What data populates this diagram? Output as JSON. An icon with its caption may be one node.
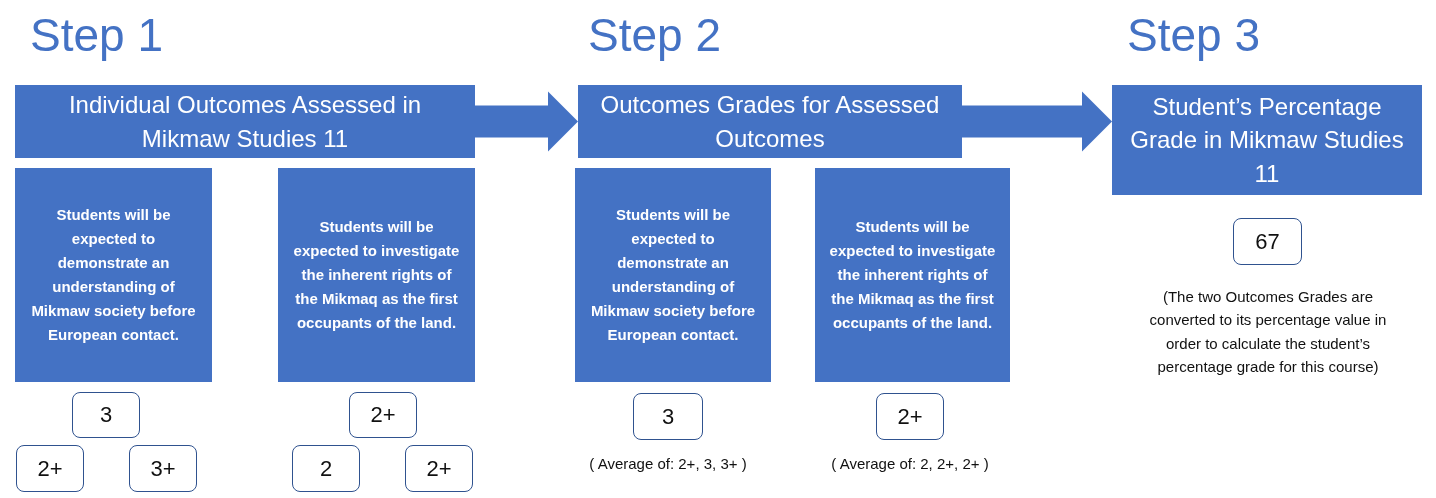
{
  "diagram": {
    "nodes": [
      {
        "text": [
          "Individual Outcomes Assessed in Mikmaw Studies 11"
        ]
      },
      {
        "text": [
          "Students will be expected to demonstrate an understanding of Mikmaw society before European contact."
        ]
      },
      {
        "text": [
          "Students will be expected to investigate the inherent rights of the Mikmaq as the first occupants of the land."
        ]
      },
      {
        "text": [
          "3"
        ]
      },
      {
        "text": [
          "2+"
        ]
      },
      {
        "text": [
          "3+"
        ]
      },
      {
        "text": [
          "2+"
        ]
      },
      {
        "text": [
          "2"
        ]
      },
      {
        "text": [
          "2+"
        ]
      },
      {
        "text": [
          "Outcomes Grades for Assessed Outcomes"
        ]
      },
      {
        "text": [
          "Students will be expected to demonstrate an understanding of Mikmaw society before European contact."
        ]
      },
      {
        "text": [
          "Students will be expected to investigate the inherent rights of the Mikmaq as the first occupants of the land."
        ]
      },
      {
        "text": [
          "3"
        ],
        "beside": [
          "( Average of: 2+, 3, 3+ )"
        ]
      },
      {
        "text": [
          "2+"
        ],
        "beside": [
          "( Average of: 2, 2+, 2+ )"
        ]
      },
      {
        "text": [
          "Student’s Percentage Grade in Mikmaw Studies 11"
        ]
      },
      {
        "text": [
          "67"
        ],
        "beside": [
          "(The two Outcomes Grades are converted to its percentage value in order to calculate the student’s percentage grade for this course)"
        ]
      }
    ],
    "edges": [
      {
        "from": 0,
        "to": 9,
        "arrow": "to",
        "style": "thick"
      },
      {
        "from": 9,
        "to": 14,
        "arrow": "to",
        "style": "thick"
      }
    ],
    "labels": [
      "Step 1",
      "Step 2",
      "Step 3"
    ]
  }
}
